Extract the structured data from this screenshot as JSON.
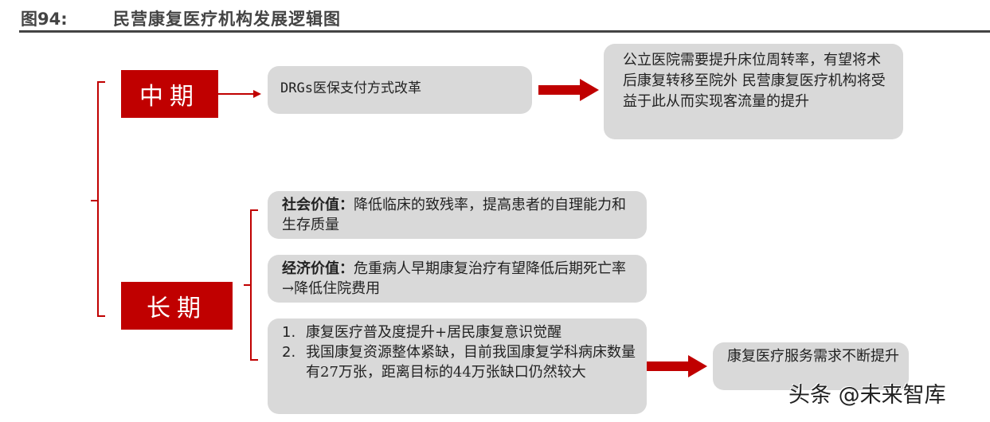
{
  "header": {
    "figure_label": "图94:",
    "title": "民营康复医疗机构发展逻辑图"
  },
  "colors": {
    "accent_red": "#c00000",
    "box_gray": "#d9d9d9",
    "title_gray": "#444444"
  },
  "mid_term": {
    "label": "中期",
    "driver": "DRGs医保支付方式改革",
    "outcome": "公立医院需要提升床位周转率，有望将术后康复转移至院外   民营康复医疗机构将受益于此从而实现客流量的提升"
  },
  "long_term": {
    "label": "长期",
    "social_value": {
      "heading": "社会价值：",
      "text": "降低临床的致残率，提高患者的自理能力和生存质量"
    },
    "economic_value": {
      "heading": "经济价值：",
      "text": "危重病人早期康复治疗有望降低后期死亡率→降低住院费用"
    },
    "factors": [
      {
        "num": "1.",
        "text": "康复医疗普及度提升+居民康复意识觉醒"
      },
      {
        "num": "2.",
        "text": "我国康复资源整体紧缺，目前我国康复学科病床数量有27万张，距离目标的44万张缺口仍然较大"
      }
    ],
    "outcome": "康复医疗服务需求不断提升"
  },
  "icons": {
    "thin_arrow": "arrow-right-thin",
    "thick_arrow": "arrow-right-thick",
    "bracket": "left-curly-bracket"
  },
  "watermark": "头条 @未来智库"
}
